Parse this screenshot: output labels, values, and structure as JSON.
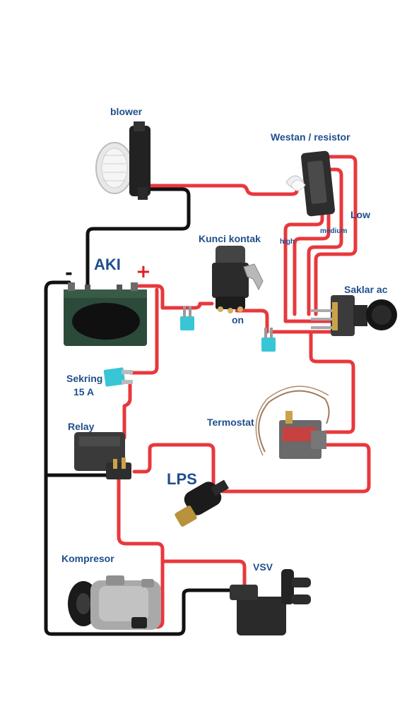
{
  "labels": {
    "blower": "blower",
    "westan": "Westan / resistor",
    "low": "Low",
    "medium": "medium",
    "high": "high",
    "kunci": "Kunci kontak",
    "aki": "AKI",
    "on": "on",
    "saklar": "Saklar ac",
    "sekring_1": "Sekring",
    "sekring_2": "15 A",
    "relay": "Relay",
    "termostat": "Termostat",
    "lps": "LPS",
    "kompresor": "Kompresor",
    "vsv": "VSV",
    "minus": "-",
    "plus": "+"
  },
  "colors": {
    "label": "#1f4e8c",
    "wire_positive": "#e8383d",
    "wire_ground": "#111111",
    "fuse": "#37c6d6",
    "plus_sign": "#e02020"
  }
}
